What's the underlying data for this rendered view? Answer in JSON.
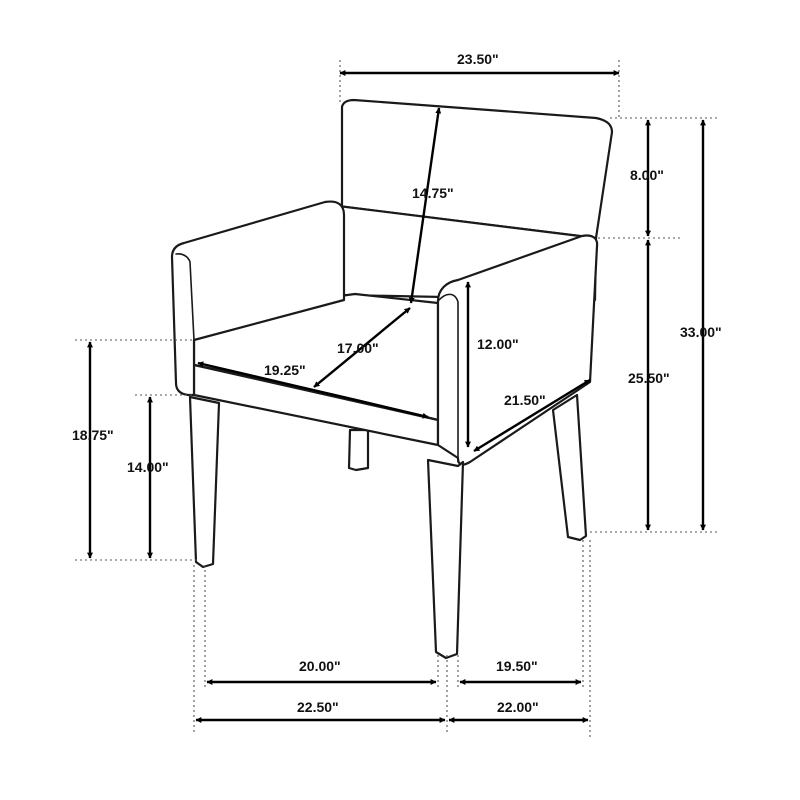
{
  "dimensions": {
    "overall_width": "23.50\"",
    "back_height": "14.75\"",
    "top_to_arm": "8.00\"",
    "overall_height": "33.00\"",
    "arm_height": "25.50\"",
    "arm_above_seat": "12.00\"",
    "seat_depth": "17.00\"",
    "seat_width": "19.25\"",
    "arm_depth": "21.50\"",
    "floor_to_seat_side": "18.75\"",
    "floor_to_seat_front": "14.00\"",
    "leg_span_front_inner": "20.00\"",
    "leg_span_front_outer": "22.50\"",
    "leg_span_side_inner": "19.50\"",
    "leg_span_side_outer": "22.00\""
  }
}
